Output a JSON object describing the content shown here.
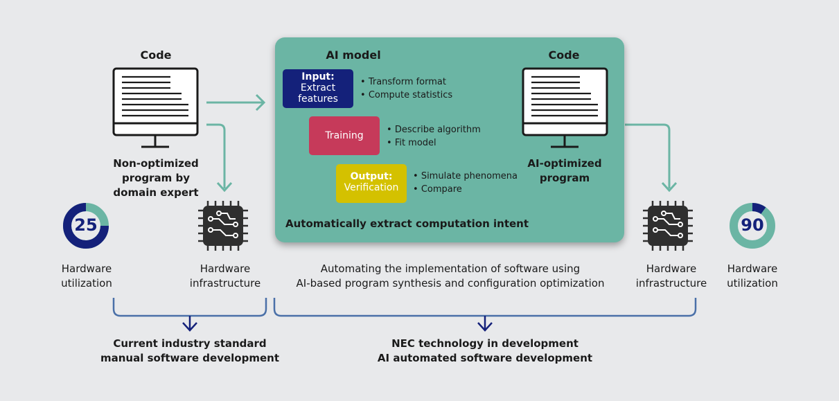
{
  "left": {
    "code_title": "Code",
    "program_label": [
      "Non-optimized",
      "program by",
      "domain expert"
    ],
    "gauge_value": "25",
    "utilization_label": [
      "Hardware",
      "utilization"
    ],
    "infra_label": [
      "Hardware",
      "infrastructure"
    ],
    "bottom_label": [
      "Current industry standard",
      "manual software development"
    ]
  },
  "ai_model": {
    "title": "AI model",
    "input": {
      "bold": "Input:",
      "text": [
        "Extract",
        "features"
      ],
      "bullets": [
        "Transform format",
        "Compute statistics"
      ]
    },
    "training": {
      "text": "Training",
      "bullets": [
        "Describe algorithm",
        "Fit model"
      ]
    },
    "output": {
      "bold": "Output:",
      "text": "Verification",
      "bullets": [
        "Simulate phenomena",
        "Compare"
      ]
    },
    "footer": "Automatically extract computation intent"
  },
  "right": {
    "code_title": "Code",
    "program_label": [
      "AI-optimized",
      "program"
    ],
    "gauge_value": "90",
    "utilization_label": [
      "Hardware",
      "utilization"
    ],
    "infra_label": [
      "Hardware",
      "infrastructure"
    ]
  },
  "middle_caption": [
    "Automating the implementation of software using",
    "AI-based program synthesis and configuration optimization"
  ],
  "nec_bottom_label": [
    "NEC technology in development",
    "AI automated software development"
  ],
  "gauges": {
    "left_fraction": 0.25,
    "right_fraction": 0.9
  },
  "colors": {
    "teal": "#6bb5a4",
    "navy": "#14217a",
    "crimson": "#c63a5a",
    "gold": "#d4c100",
    "bracket": "#4a70a8"
  }
}
